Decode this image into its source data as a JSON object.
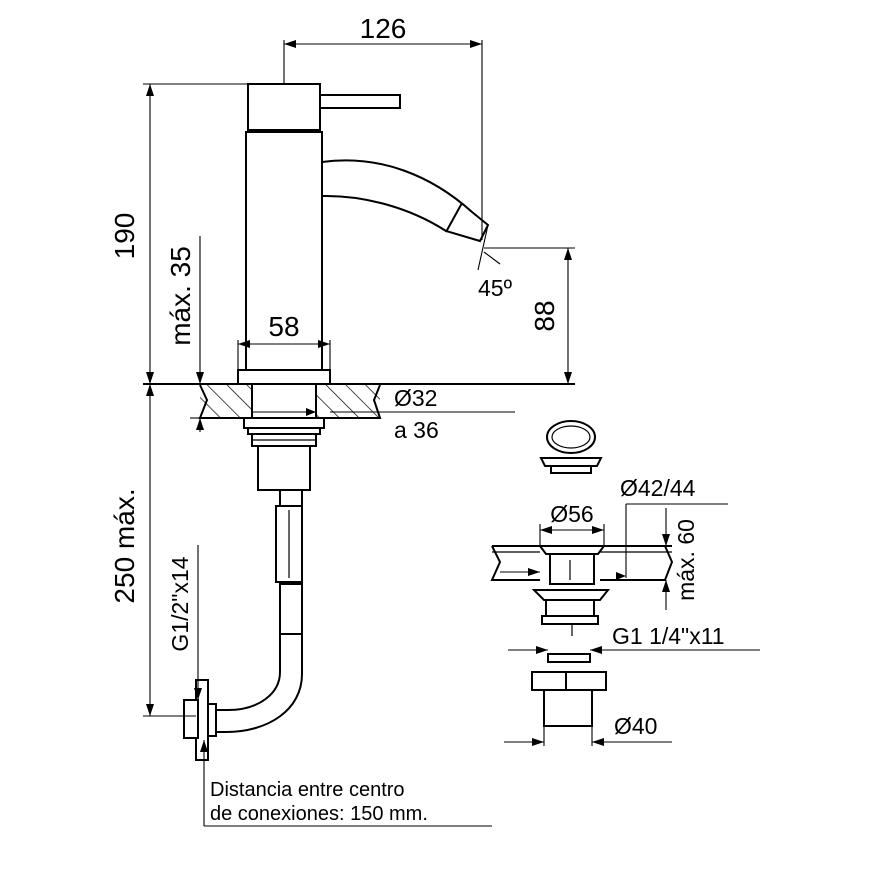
{
  "dimensions": {
    "width_top": "126",
    "height_total": "190",
    "max_deck": "máx. 35",
    "body_width": "58",
    "angle": "45º",
    "spout_height": "88",
    "hole_diameter": "Ø32",
    "hole_to": "a 36",
    "below_deck": "250 máx.",
    "inlet_thread": "G1/2\"x14",
    "drain_outer": "Ø42/44",
    "drain_flange": "Ø56",
    "drain_max": "máx. 60",
    "drain_thread": "G1 1/4\"x11",
    "drain_tail": "Ø40"
  },
  "note": {
    "line1": "Distancia entre centro",
    "line2": "de conexiones: 150 mm."
  }
}
